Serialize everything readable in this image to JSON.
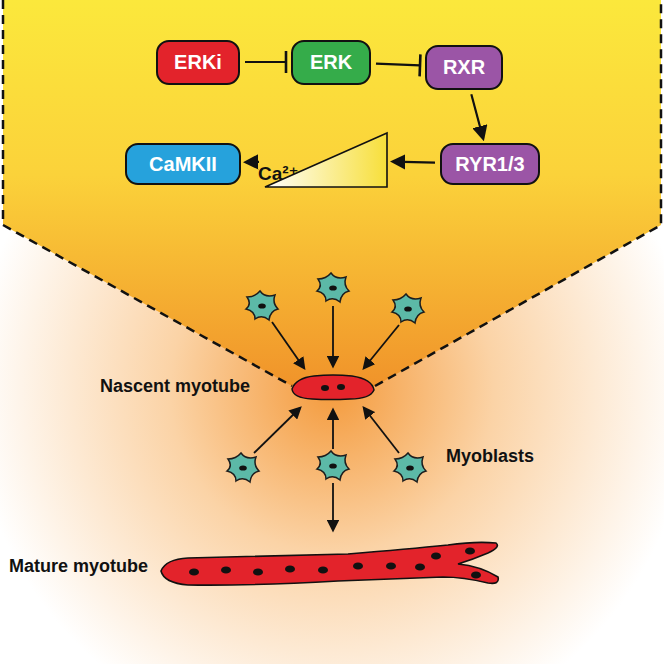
{
  "diagram": {
    "nodes": [
      {
        "text": [
          "ERKi"
        ]
      },
      {
        "text": [
          "ERK"
        ]
      },
      {
        "text": [
          "RXR"
        ]
      },
      {
        "text": [
          "RYR1/3"
        ]
      },
      {
        "text": [
          "Ca²⁺"
        ]
      },
      {
        "text": [
          "CaMKII"
        ]
      },
      {
        "text": [
          "Nascent myotube"
        ]
      },
      {
        "text": [
          "Mature myotube"
        ]
      }
    ],
    "edges": [
      {
        "from": 0,
        "to": 1,
        "arrow": "to"
      },
      {
        "from": 1,
        "to": 2,
        "arrow": "to"
      },
      {
        "from": 2,
        "to": 3,
        "arrow": "to"
      },
      {
        "from": 3,
        "to": 4,
        "arrow": "to"
      },
      {
        "from": 4,
        "to": 5,
        "arrow": "to"
      }
    ],
    "labels": [
      "Myoblasts"
    ]
  }
}
